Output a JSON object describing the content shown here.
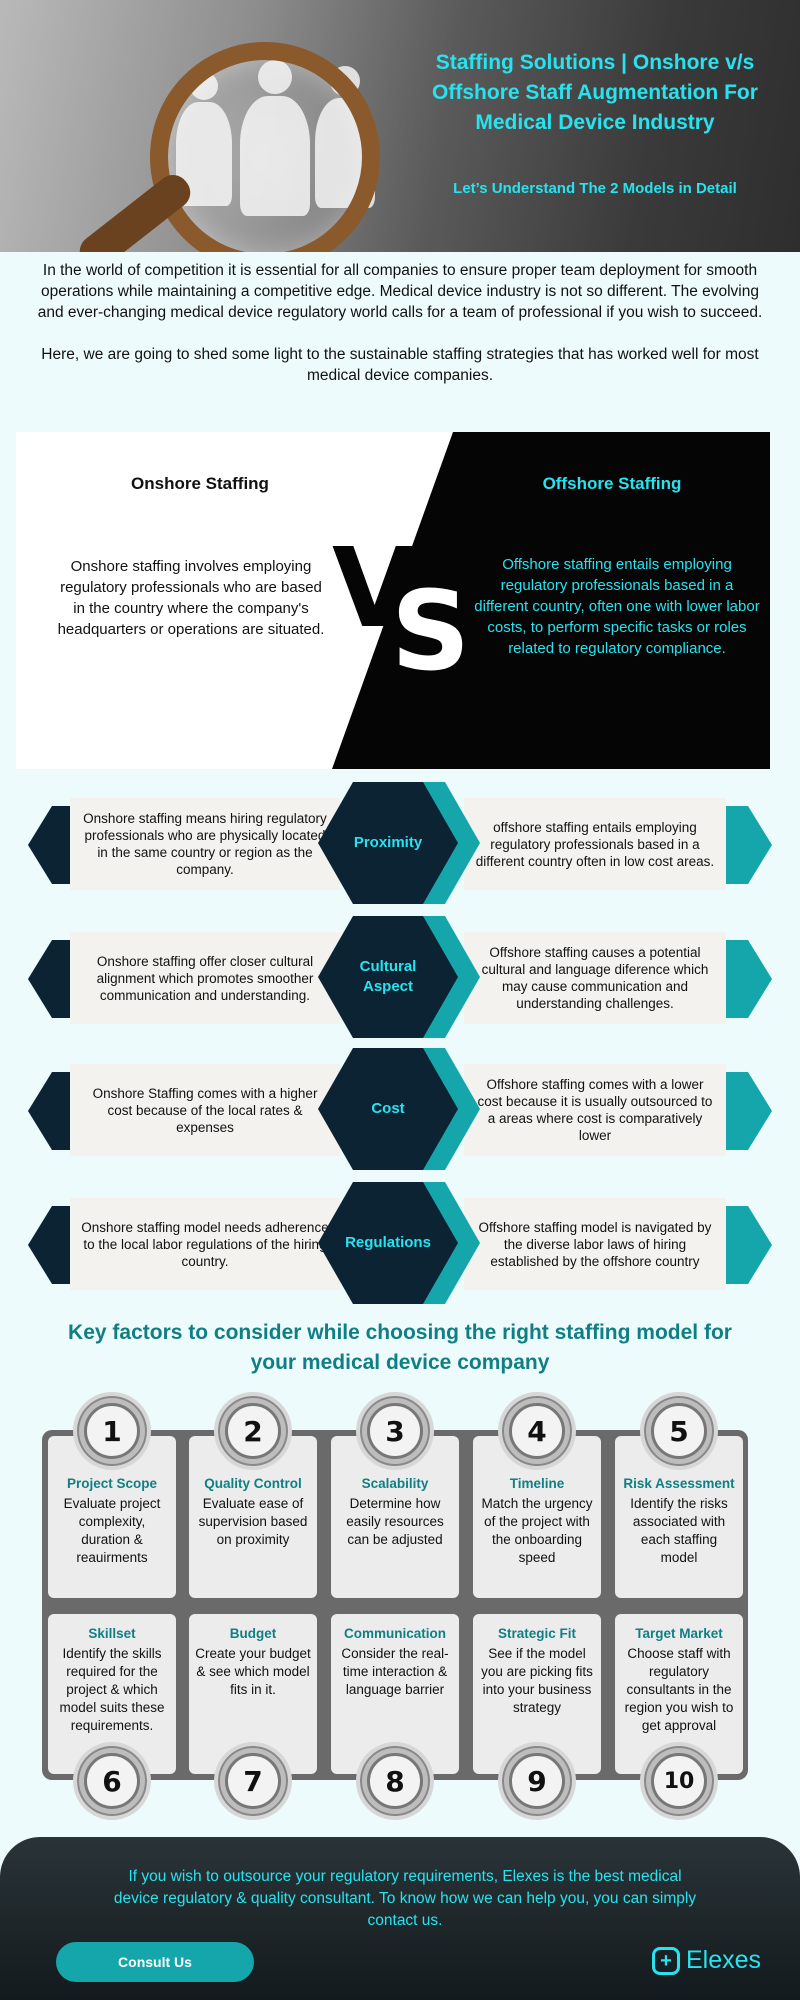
{
  "hero": {
    "title": "Staffing Solutions | Onshore v/s Offshore Staff Augmentation For Medical Device Industry",
    "subtitle": "Let’s Understand The 2 Models in Detail"
  },
  "intro": {
    "p1": "In the world of competition it is essential for all companies to ensure proper team deployment for smooth operations while maintaining a competitive edge. Medical device industry is not so different. The evolving and ever-changing medical device regulatory world calls for a team of professional if you wish to succeed.",
    "p2": "Here, we are going to shed some light to the sustainable staffing strategies that has worked well for most medical device companies."
  },
  "vs": {
    "onshore_title": "Onshore Staffing",
    "offshore_title": "Offshore Staffing",
    "onshore_text": "Onshore staffing involves employing regulatory professionals who are based in the country where the company's headquarters or operations are situated.",
    "offshore_text": "Offshore staffing entails employing regulatory professionals based in a different country, often one with lower labor costs, to perform specific tasks or roles related to regulatory compliance.",
    "v": "V",
    "s": "S"
  },
  "rows": [
    {
      "label": "Proximity",
      "left": "Onshore staffing means hiring regulatory professionals who are physically located in the same country or region as the company.",
      "right": "offshore staffing entails employing regulatory professionals based in a different country often in low cost areas."
    },
    {
      "label": "Cultural Aspect",
      "left": "Onshore staffing offer closer cultural alignment which promotes smoother communication and understanding.",
      "right": "Offshore staffing causes a potential cultural and language diference which may cause communication and understanding challenges."
    },
    {
      "label": "Cost",
      "left": "Onshore Staffing comes with a higher cost because of the local rates & expenses",
      "right": "Offshore staffing comes with a lower cost because it is usually outsourced to a areas where cost is comparatively lower"
    },
    {
      "label": "Regulations",
      "left": "Onshore staffing model needs adherence to the local labor regulations of the hiring country.",
      "right": "Offshore staffing model is navigated by the diverse labor laws of hiring established by the offshore country"
    }
  ],
  "key_factors": {
    "title": "Key factors to consider while choosing the right staffing model for your medical device company",
    "items": [
      {
        "num": "1",
        "title": "Project Scope",
        "text": "Evaluate project complexity, duration & reauirments"
      },
      {
        "num": "2",
        "title": "Quality Control",
        "text": "Evaluate ease of supervision based on proximity"
      },
      {
        "num": "3",
        "title": "Scalability",
        "text": "Determine how easily resources can be adjusted"
      },
      {
        "num": "4",
        "title": "Timeline",
        "text": "Match the urgency of the project with the onboarding speed"
      },
      {
        "num": "5",
        "title": "Risk Assessment",
        "text": "Identify the risks associated with each staffing model"
      },
      {
        "num": "6",
        "title": "Skillset",
        "text": "Identify the skills required for the project & which model suits these requirements."
      },
      {
        "num": "7",
        "title": "Budget",
        "text": "Create your budget & see which model fits in it."
      },
      {
        "num": "8",
        "title": "Communication",
        "text": "Consider the real-time interaction & language barrier"
      },
      {
        "num": "9",
        "title": "Strategic Fit",
        "text": "See if the model you are picking fits into your business strategy"
      },
      {
        "num": "10",
        "title": "Target Market",
        "text": "Choose staff with regulatory consultants in the region you wish to get approval"
      }
    ]
  },
  "footer": {
    "text": "If you wish to outsource your regulatory requirements, Elexes is the best medical device regulatory & quality consultant. To know how we can help you, you can simply contact us.",
    "button": "Consult Us",
    "logo": "Elexes"
  },
  "colors": {
    "accent": "#27e3ef",
    "teal": "#14a6aa",
    "navy": "#0c2333",
    "heading": "#0f7f83"
  }
}
